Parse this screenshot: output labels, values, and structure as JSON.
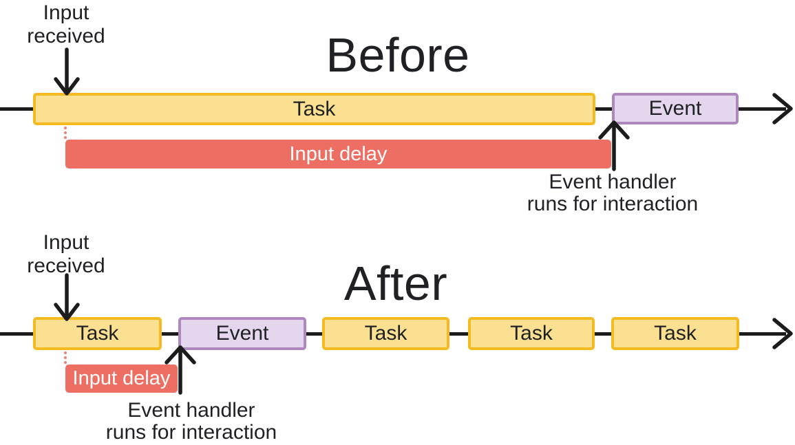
{
  "colors": {
    "ink": "#1c1c1c",
    "text": "#202124",
    "task_fill": "#fbe092",
    "task_border": "#f4ba1f",
    "event_fill": "#e4d6ec",
    "event_border": "#ae87bf",
    "delay_fill": "#ed6e63",
    "delay_text": "#ffffff",
    "delay_dot": "#ee8077",
    "bg": "#ffffff"
  },
  "before": {
    "title": "Before",
    "input_label": {
      "line1": "Input",
      "line2": "received"
    },
    "task_label": "Task",
    "event_label": "Event",
    "delay_label": "Input delay",
    "handler_label": {
      "line1": "Event handler",
      "line2": "runs for interaction"
    }
  },
  "after": {
    "title": "After",
    "input_label": {
      "line1": "Input",
      "line2": "received"
    },
    "timeline_items": [
      {
        "type": "task",
        "label": "Task"
      },
      {
        "type": "event",
        "label": "Event"
      },
      {
        "type": "task",
        "label": "Task"
      },
      {
        "type": "task",
        "label": "Task"
      },
      {
        "type": "task",
        "label": "Task"
      }
    ],
    "delay_label": "Input delay",
    "handler_label": {
      "line1": "Event handler",
      "line2": "runs for interaction"
    }
  }
}
